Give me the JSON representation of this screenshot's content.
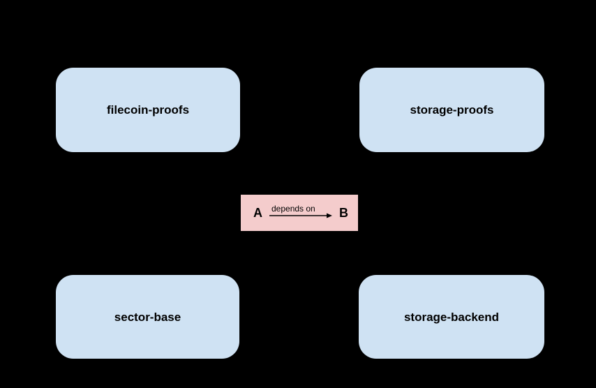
{
  "diagram": {
    "background_color": "#000000",
    "node_fill_color": "#cfe2f3",
    "node_text_color": "#000000",
    "nodes": [
      {
        "id": "filecoin-proofs",
        "label": "filecoin-proofs",
        "position": "top-left"
      },
      {
        "id": "storage-proofs",
        "label": "storage-proofs",
        "position": "top-right"
      },
      {
        "id": "sector-base",
        "label": "sector-base",
        "position": "bottom-left"
      },
      {
        "id": "storage-backend",
        "label": "storage-backend",
        "position": "bottom-right"
      }
    ],
    "legend": {
      "fill_color": "#f4cccc",
      "from_label": "A",
      "relation_label": "depends on",
      "to_label": "B",
      "arrow_direction": "right"
    }
  }
}
